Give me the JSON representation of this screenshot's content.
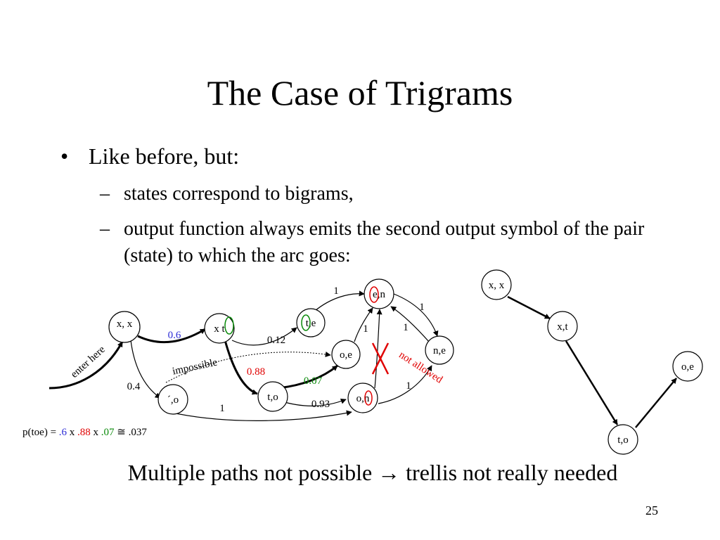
{
  "slide": {
    "title": "The Case of Trigrams",
    "bullet": "Like before, but:",
    "sub_bullets": [
      "states correspond to bigrams,",
      "output function always emits the second output symbol of the pair (state) to which the arc goes:"
    ],
    "footer": "Multiple paths not possible → trellis not really needed",
    "page_number": "25"
  },
  "diagram": {
    "nodes": {
      "xx": "x, x",
      "xt": "x t",
      "to": "t,o",
      "co": "´,o",
      "te": "t,e",
      "oe": "o,e",
      "en": "e,n",
      "ne": "n,e",
      "on": "o,n"
    },
    "arc_labels": {
      "enter_here": "enter here",
      "p_xx_xt": "0.6",
      "p_xx_co": "0.4",
      "p_xt_te": "0.12",
      "p_xt_to": "0.88",
      "impossible": "impossible",
      "p_to_oe": "0.07",
      "p_to_on": "0.93",
      "p_co_on": "1",
      "p_te_en": "1",
      "p_en_ne": "1",
      "p_oe_en": "1",
      "p_ne_en": "1",
      "p_on_ne": "1",
      "not_allowed": "not allowed"
    },
    "formula": {
      "prefix": "p(toe) =",
      "v1": ".6",
      "x1": "x",
      "v2": ".88",
      "x2": "x",
      "v3": ".07",
      "approx": "≅",
      "result": ".037"
    },
    "path_nodes": {
      "xx": "x, x",
      "xt": "x,t",
      "to": "t,o",
      "oe": "o,e"
    },
    "colors": {
      "blue": "#2b2bd6",
      "red": "#e00000",
      "green": "#0a8a0a"
    }
  }
}
